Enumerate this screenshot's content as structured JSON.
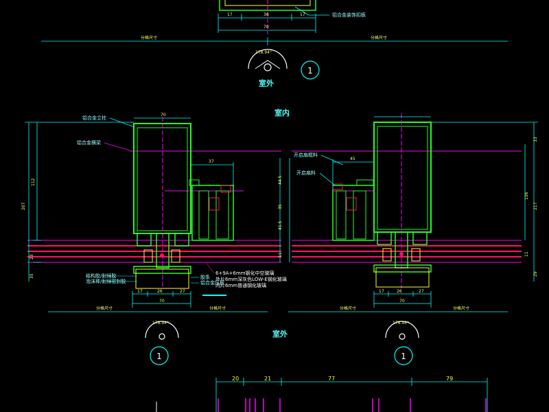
{
  "colors": {
    "background": "#000000",
    "profile": "#22ff22",
    "dimension": "#00ffff",
    "glass": "#ff1166",
    "centerline": "#ff00ff",
    "seal": "#ffff33",
    "text": "#ffffff"
  },
  "top": {
    "dims": [
      "17",
      "36",
      "17"
    ],
    "total_dim": "70",
    "label": "铝合金装饰扣板",
    "spacing_left": "分格尺寸",
    "spacing_right": "分格尺寸",
    "angle": "178.94°",
    "section_no": "1",
    "outdoor": "室外"
  },
  "main": {
    "indoor": "室内",
    "outdoor": "室外",
    "left": {
      "top_dim": "70",
      "labels": [
        "铝合金立柱",
        "铝合金横梁"
      ],
      "height_total": "207",
      "height_upper": "112",
      "height_dims": [
        "44.5",
        "35",
        "41.5",
        "11"
      ],
      "mid_dims": [
        "23",
        "35"
      ],
      "right_dim": "37",
      "annotations_left": [
        "结构胶/耐候胶",
        "泡沫棒/耐候密封胶"
      ],
      "annotations_right": [
        "胶条",
        "铝合金压板"
      ],
      "glass_spec": [
        "6+9A+6mm钢化中空玻璃",
        "外片6mm深灰色LOW-E钢化玻璃",
        "内片6mm普通钢化玻璃"
      ],
      "bottom_dims": [
        "17",
        "26",
        "27"
      ],
      "bottom_total": "70",
      "spacing": "分格尺寸",
      "angle": "178.94°",
      "section_no": "1"
    },
    "right": {
      "labels": [
        "开启扇框料",
        "开启扇料"
      ],
      "top_dim": "45",
      "height_total": "217",
      "height_upper": "156",
      "height_dims": [
        "33",
        "11",
        "29"
      ],
      "bottom_dims": [
        "17",
        "26",
        "27"
      ],
      "bottom_total": "70",
      "spacing": "分格尺寸",
      "angle": "178.94°",
      "section_no": "1"
    }
  },
  "bottom": {
    "dims": [
      "20",
      "21",
      "77",
      "79"
    ]
  }
}
